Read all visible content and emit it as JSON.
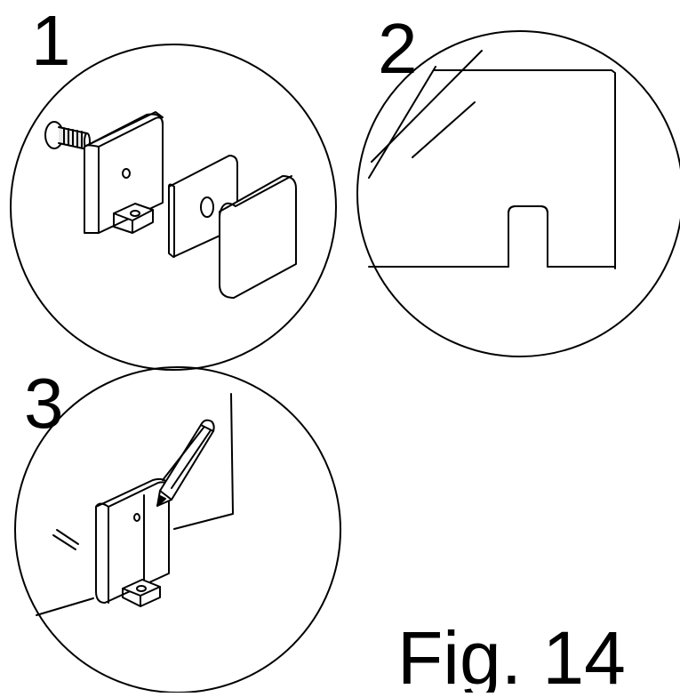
{
  "steps": [
    {
      "number": "1"
    },
    {
      "number": "2"
    },
    {
      "number": "3"
    }
  ],
  "caption": "Fig. 14",
  "colors": {
    "stroke": "#000000",
    "background": "#ffffff",
    "part_fill": "#ffffff",
    "screw_fill": "#e8e8e8"
  },
  "icons": {
    "step1": [
      "screw-icon",
      "clamp-back-plate-icon",
      "gasket-icon",
      "clamp-front-plate-icon"
    ],
    "step2": [
      "glass-panel-icon",
      "notch-icon"
    ],
    "step3": [
      "clamp-icon",
      "pencil-icon",
      "glass-panel-icon"
    ]
  }
}
